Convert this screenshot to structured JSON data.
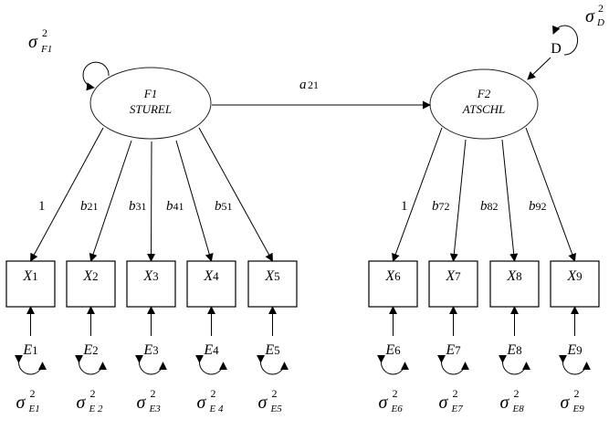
{
  "diagram": {
    "type": "structural-equation-model",
    "factors": [
      {
        "id": "F1",
        "name": "F1",
        "label": "STUREL",
        "variance": {
          "symbol": "σ",
          "sup": "2",
          "sub": "F1"
        }
      },
      {
        "id": "F2",
        "name": "F2",
        "label": "ATSCHL"
      }
    ],
    "disturbance": {
      "label": "D",
      "variance": {
        "symbol": "σ",
        "sup": "2",
        "sub": "D"
      }
    },
    "structural_path": {
      "from": "F1",
      "to": "F2",
      "label_main": "a",
      "label_sub": "21"
    },
    "indicators": [
      {
        "id": "X1",
        "main": "X",
        "sub": "1",
        "factor": "F1",
        "loading_main": "1",
        "loading_sub": "",
        "error": {
          "main": "E",
          "sub": "1"
        },
        "error_variance": {
          "symbol": "σ",
          "sup": "2",
          "sub": "E1"
        }
      },
      {
        "id": "X2",
        "main": "X",
        "sub": "2",
        "factor": "F1",
        "loading_main": "b",
        "loading_sub": "21",
        "error": {
          "main": "E",
          "sub": "2"
        },
        "error_variance": {
          "symbol": "σ",
          "sup": "2",
          "sub": "E 2"
        }
      },
      {
        "id": "X3",
        "main": "X",
        "sub": "3",
        "factor": "F1",
        "loading_main": "b",
        "loading_sub": "31",
        "error": {
          "main": "E",
          "sub": "3"
        },
        "error_variance": {
          "symbol": "σ",
          "sup": "2",
          "sub": "E3"
        }
      },
      {
        "id": "X4",
        "main": "X",
        "sub": "4",
        "factor": "F1",
        "loading_main": "b",
        "loading_sub": "41",
        "error": {
          "main": "E",
          "sub": "4"
        },
        "error_variance": {
          "symbol": "σ",
          "sup": "2",
          "sub": "E 4"
        }
      },
      {
        "id": "X5",
        "main": "X",
        "sub": "5",
        "factor": "F1",
        "loading_main": "b",
        "loading_sub": "51",
        "error": {
          "main": "E",
          "sub": "5"
        },
        "error_variance": {
          "symbol": "σ",
          "sup": "2",
          "sub": "E5"
        }
      },
      {
        "id": "X6",
        "main": "X",
        "sub": "6",
        "factor": "F2",
        "loading_main": "1",
        "loading_sub": "",
        "error": {
          "main": "E",
          "sub": "6"
        },
        "error_variance": {
          "symbol": "σ",
          "sup": "2",
          "sub": "E6"
        }
      },
      {
        "id": "X7",
        "main": "X",
        "sub": "7",
        "factor": "F2",
        "loading_main": "b",
        "loading_sub": "72",
        "error": {
          "main": "E",
          "sub": "7"
        },
        "error_variance": {
          "symbol": "σ",
          "sup": "2",
          "sub": "E7"
        }
      },
      {
        "id": "X8",
        "main": "X",
        "sub": "8",
        "factor": "F2",
        "loading_main": "b",
        "loading_sub": "82",
        "error": {
          "main": "E",
          "sub": "8"
        },
        "error_variance": {
          "symbol": "σ",
          "sup": "2",
          "sub": "E8"
        }
      },
      {
        "id": "X9",
        "main": "X",
        "sub": "9",
        "factor": "F2",
        "loading_main": "b",
        "loading_sub": "92",
        "error": {
          "main": "E",
          "sub": "9"
        },
        "error_variance": {
          "symbol": "σ",
          "sup": "2",
          "sub": "E9"
        }
      }
    ]
  }
}
